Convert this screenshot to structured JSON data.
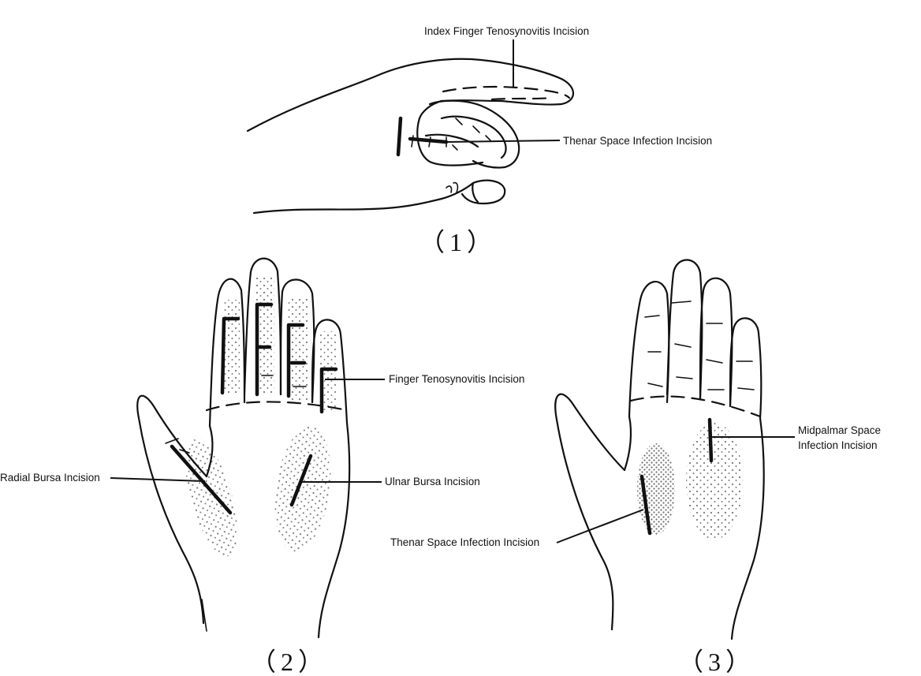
{
  "figure": {
    "panels": [
      {
        "caption": "（1）",
        "labels": {
          "index_finger": "Index Finger Tenosynovitis Incision",
          "thenar": "Thenar Space Infection Incision"
        }
      },
      {
        "caption": "（2）",
        "labels": {
          "finger_tenosynovitis": "Finger Tenosynovitis Incision",
          "radial_bursa": "Radial Bursa Incision",
          "ulnar_bursa": "Ulnar Bursa Incision"
        }
      },
      {
        "caption": "（3）",
        "labels": {
          "midpalmar": "Midpalmar Space\nInfection Incision",
          "thenar": "Thenar Space Infection Incision"
        }
      }
    ]
  }
}
